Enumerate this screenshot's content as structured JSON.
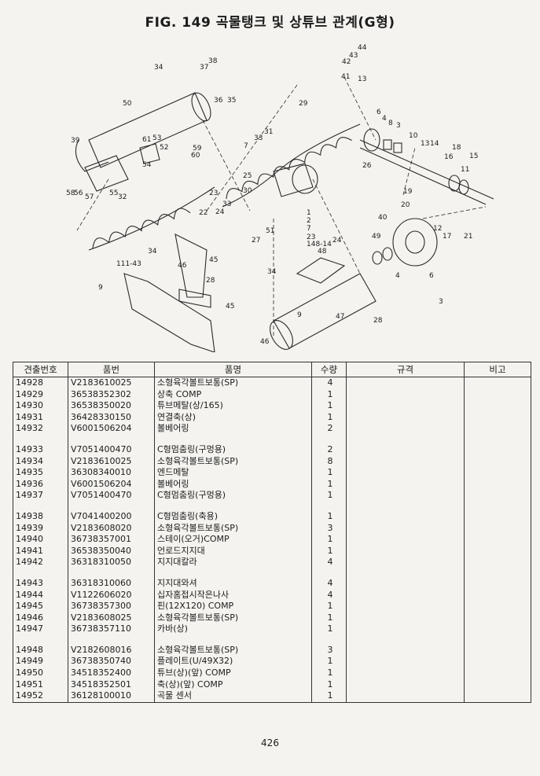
{
  "title": "FIG. 149 곡물탱크 및 상튜브 관계(G형)",
  "page_number": "426",
  "columns": [
    "견출번호",
    "품번",
    "품명",
    "수량",
    "규격",
    "비고"
  ],
  "callouts": [
    "34",
    "37",
    "38",
    "44",
    "43",
    "42",
    "41",
    "13",
    "50",
    "36",
    "35",
    "29",
    "39",
    "61",
    "53",
    "52",
    "59",
    "60",
    "54",
    "58",
    "56",
    "57",
    "55",
    "32",
    "33",
    "31",
    "7",
    "6",
    "4",
    "8",
    "3",
    "10",
    "13",
    "14",
    "18",
    "16",
    "15",
    "11",
    "26",
    "25",
    "30",
    "33",
    "23",
    "24",
    "22",
    "19",
    "20",
    "12",
    "17",
    "21",
    "6",
    "4",
    "3",
    "1",
    "2",
    "7",
    "24",
    "23",
    "148-14",
    "27",
    "51",
    "48",
    "40",
    "49",
    "47",
    "111-43",
    "34",
    "45",
    "46",
    "28",
    "9"
  ],
  "groups": [
    [
      {
        "no": "14928",
        "part": "V2183610025",
        "name": "소형육각볼트보통(SP)",
        "qty": "4"
      },
      {
        "no": "14929",
        "part": "36538352302",
        "name": "상축 COMP",
        "qty": "1"
      },
      {
        "no": "14930",
        "part": "36538350020",
        "name": "튜브메탈(상/165)",
        "qty": "1"
      },
      {
        "no": "14931",
        "part": "36428330150",
        "name": "연결축(상)",
        "qty": "1"
      },
      {
        "no": "14932",
        "part": "V6001506204",
        "name": "볼베어링",
        "qty": "2"
      }
    ],
    [
      {
        "no": "14933",
        "part": "V7051400470",
        "name": "C형멈춤링(구멍용)",
        "qty": "2"
      },
      {
        "no": "14934",
        "part": "V2183610025",
        "name": "소형육각볼트보통(SP)",
        "qty": "8"
      },
      {
        "no": "14935",
        "part": "36308340010",
        "name": "엔드메탈",
        "qty": "1"
      },
      {
        "no": "14936",
        "part": "V6001506204",
        "name": "볼베어링",
        "qty": "1"
      },
      {
        "no": "14937",
        "part": "V7051400470",
        "name": "C형멈춤링(구멍용)",
        "qty": "1"
      }
    ],
    [
      {
        "no": "14938",
        "part": "V7041400200",
        "name": "C형멈춤링(축용)",
        "qty": "1"
      },
      {
        "no": "14939",
        "part": "V2183608020",
        "name": "소형육각볼트보통(SP)",
        "qty": "3"
      },
      {
        "no": "14940",
        "part": "36738357001",
        "name": "스테이(오거)COMP",
        "qty": "1"
      },
      {
        "no": "14941",
        "part": "36538350040",
        "name": "언로드지지대",
        "qty": "1"
      },
      {
        "no": "14942",
        "part": "36318310050",
        "name": "지지대칼라",
        "qty": "4"
      }
    ],
    [
      {
        "no": "14943",
        "part": "36318310060",
        "name": "지지대와셔",
        "qty": "4"
      },
      {
        "no": "14944",
        "part": "V1122606020",
        "name": "십자홈접시작은나사",
        "qty": "4"
      },
      {
        "no": "14945",
        "part": "36738357300",
        "name": "핀(12X120) COMP",
        "qty": "1"
      },
      {
        "no": "14946",
        "part": "V2183608025",
        "name": "소형육각볼트보통(SP)",
        "qty": "1"
      },
      {
        "no": "14947",
        "part": "36738357110",
        "name": "카바(상)",
        "qty": "1"
      }
    ],
    [
      {
        "no": "14948",
        "part": "V2182608016",
        "name": "소형육각볼트보통(SP)",
        "qty": "3"
      },
      {
        "no": "14949",
        "part": "36738350740",
        "name": "플레이트(U/49X32)",
        "qty": "1"
      },
      {
        "no": "14950",
        "part": "34518352400",
        "name": "튜브(상)(앞) COMP",
        "qty": "1"
      },
      {
        "no": "14951",
        "part": "34518352501",
        "name": "축(상)(앞) COMP",
        "qty": "1"
      },
      {
        "no": "14952",
        "part": "36128100010",
        "name": "곡물 센서",
        "qty": "1"
      }
    ]
  ]
}
